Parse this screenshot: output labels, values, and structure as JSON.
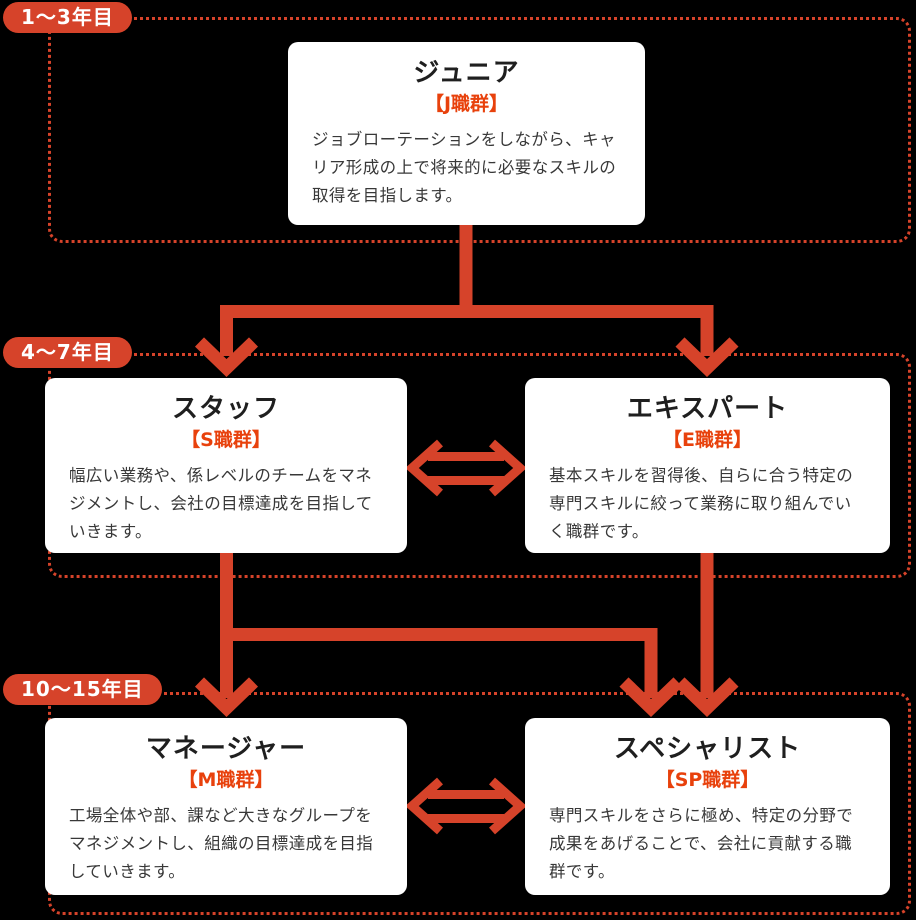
{
  "colors": {
    "accent": "#d6432a",
    "group_label": "#e8410c",
    "title_text": "#1f1f1f",
    "body_text": "#383838",
    "card_bg": "#ffffff",
    "page_bg": "#000000"
  },
  "sections": [
    {
      "badge": "1〜3年目",
      "cards": [
        {
          "title": "ジュニア",
          "group": "【J職群】",
          "description": "ジョブローテーションをしながら、キャリア形成の上で将来的に必要なスキルの取得を目指します。"
        }
      ]
    },
    {
      "badge": "4〜7年目",
      "cards": [
        {
          "title": "スタッフ",
          "group": "【S職群】",
          "description": "幅広い業務や、係レベルのチームをマネジメントし、会社の目標達成を目指していきます。"
        },
        {
          "title": "エキスパート",
          "group": "【E職群】",
          "description": "基本スキルを習得後、自らに合う特定の専門スキルに絞って業務に取り組んでいく職群です。"
        }
      ]
    },
    {
      "badge": "10〜15年目",
      "cards": [
        {
          "title": "マネージャー",
          "group": "【M職群】",
          "description": "工場全体や部、課など大きなグループをマネジメントし、組織の目標達成を目指していきます。"
        },
        {
          "title": "スペシャリスト",
          "group": "【SP職群】",
          "description": "専門スキルをさらに極め、特定の分野で成果をあげることで、会社に貢献する職群です。"
        }
      ]
    }
  ],
  "icons": {
    "down_arrow": "down-arrow",
    "double_arrow": "double-headed-arrow"
  }
}
